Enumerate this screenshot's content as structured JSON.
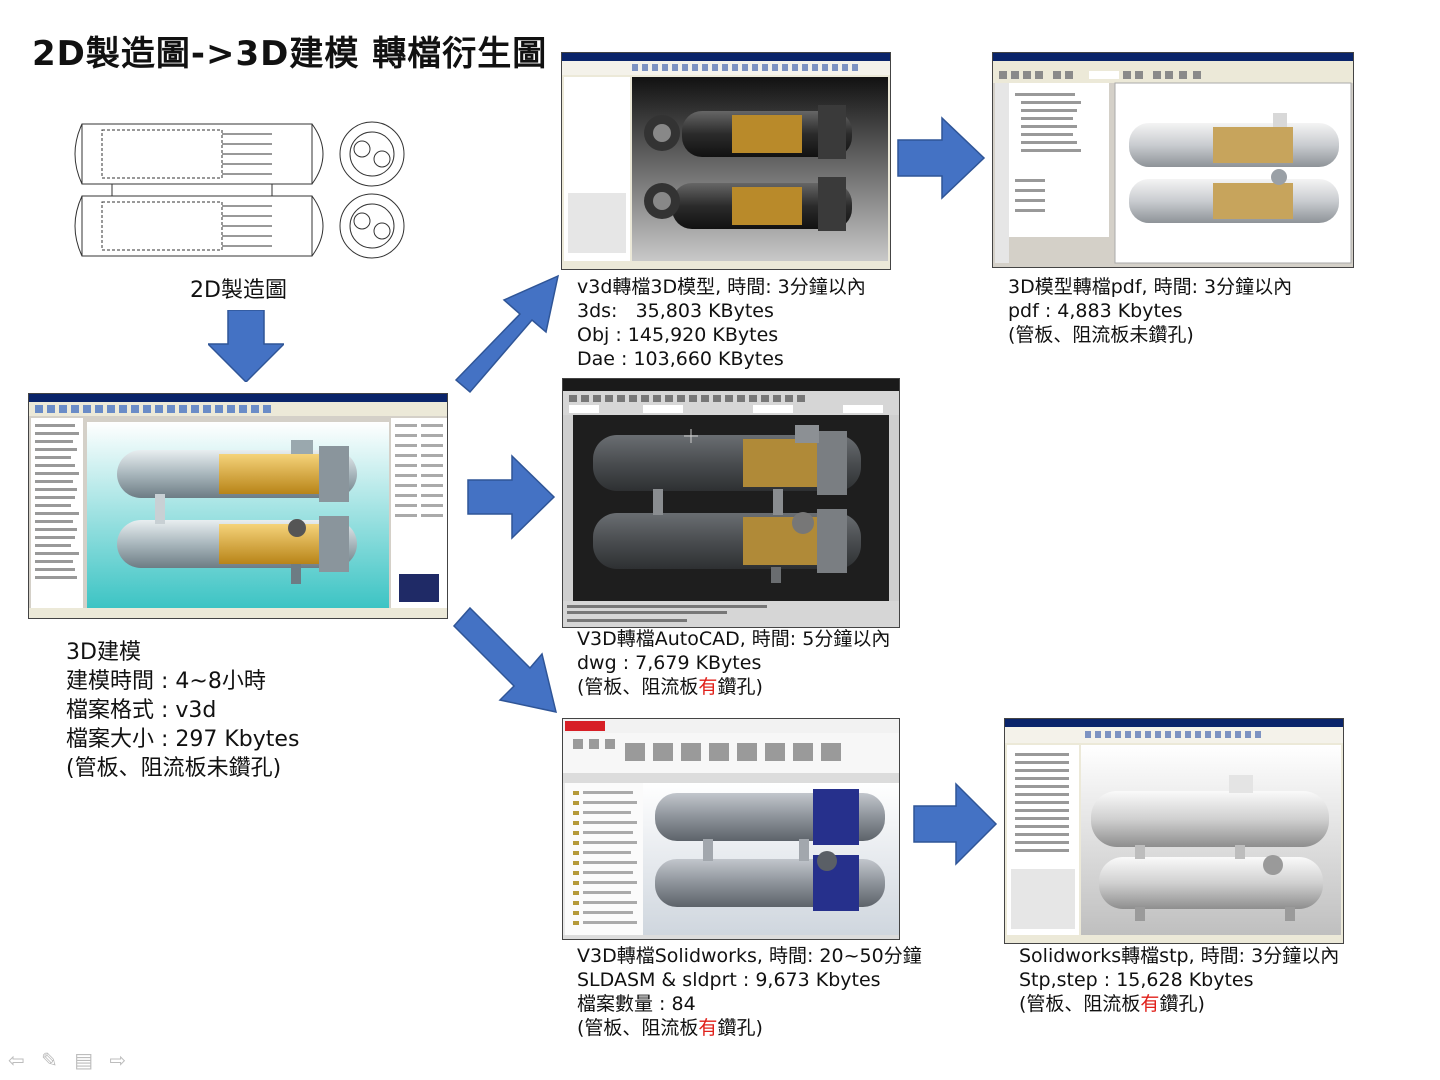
{
  "title": "2D製造圖->3D建模 轉檔衍生圖",
  "drawing2d": {
    "label": "2D製造圖"
  },
  "model3d": {
    "lines": [
      "3D建模",
      "建模時間 : 4~8小時",
      "檔案格式 : v3d",
      "檔案大小 : 297 Kbytes",
      "(管板、阻流板未鑽孔)"
    ]
  },
  "v3d_export": {
    "lines": [
      "v3d轉檔3D模型, 時間: 3分鐘以內",
      "3ds:   35,803 KBytes",
      "Obj : 145,920 KBytes",
      "Dae : 103,660 KBytes"
    ]
  },
  "pdf_export": {
    "lines": [
      "3D模型轉檔pdf, 時間: 3分鐘以內",
      "pdf : 4,883 Kbytes",
      "(管板、阻流板未鑽孔)"
    ]
  },
  "autocad_export": {
    "lines": [
      "V3D轉檔AutoCAD, 時間: 5分鐘以內",
      "dwg : 7,679 KBytes"
    ],
    "note_prefix": "(管板、阻流板",
    "note_red": "有",
    "note_suffix": "鑽孔)"
  },
  "solidworks_export": {
    "lines": [
      "V3D轉檔Solidworks, 時間: 20~50分鐘",
      "SLDASM & sldprt : 9,673 Kbytes",
      "檔案數量 : 84"
    ],
    "note_prefix": "(管板、阻流板",
    "note_red": "有",
    "note_suffix": "鑽孔)"
  },
  "stp_export": {
    "lines": [
      "Solidworks轉檔stp, 時間: 3分鐘以內",
      "Stp,step : 15,628 Kbytes"
    ],
    "note_prefix": "(管板、阻流板",
    "note_red": "有",
    "note_suffix": "鑽孔)"
  },
  "colors": {
    "arrow": "#4472c4",
    "arrow_edge": "#2f5597",
    "red": "#e0201a",
    "tube": "#d9a52b"
  },
  "icons": [
    "arrow-left-icon",
    "pen-icon",
    "menu-icon",
    "arrow-right-icon"
  ]
}
